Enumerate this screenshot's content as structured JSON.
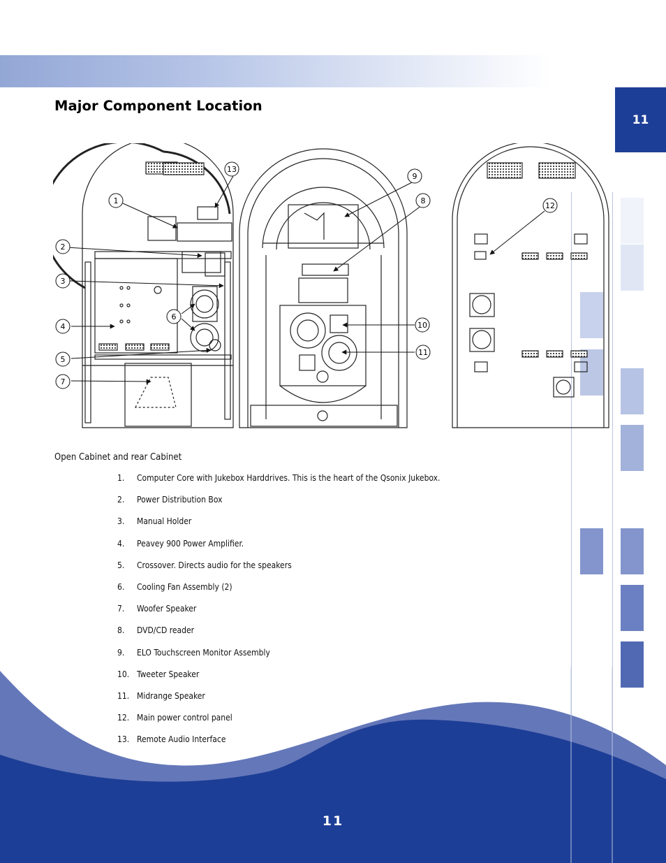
{
  "page": {
    "tab_number": "11",
    "title": "Major Component Location",
    "caption": "Open Cabinet and rear Cabinet",
    "page_number": "11"
  },
  "diagram_callouts": [
    "1",
    "2",
    "3",
    "4",
    "5",
    "6",
    "7",
    "8",
    "9",
    "10",
    "11",
    "12",
    "13"
  ],
  "components": [
    {
      "num": "1.",
      "text": "Computer Core with Jukebox Harddrives.  This is the heart of the Qsonix Jukebox."
    },
    {
      "num": "2.",
      "text": "Power Distribution Box"
    },
    {
      "num": "3.",
      "text": "Manual Holder"
    },
    {
      "num": "4.",
      "text": "Peavey 900 Power Amplifier."
    },
    {
      "num": "5.",
      "text": "Crossover. Directs audio for the speakers"
    },
    {
      "num": "6.",
      "text": "Cooling Fan Assembly (2)"
    },
    {
      "num": "7.",
      "text": "Woofer Speaker"
    },
    {
      "num": "8.",
      "text": "DVD/CD reader"
    },
    {
      "num": "9.",
      "text": "ELO Touchscreen Monitor Assembly"
    },
    {
      "num": "10.",
      "text": "Tweeter Speaker"
    },
    {
      "num": "11.",
      "text": "Midrange Speaker"
    },
    {
      "num": "12.",
      "text": "Main power control panel"
    },
    {
      "num": "13.",
      "text": "Remote Audio Interface"
    }
  ],
  "colors": {
    "brand_blue": "#1d3e96",
    "mid_blue": "#6477b9",
    "light_blue": "#93a7d6"
  }
}
